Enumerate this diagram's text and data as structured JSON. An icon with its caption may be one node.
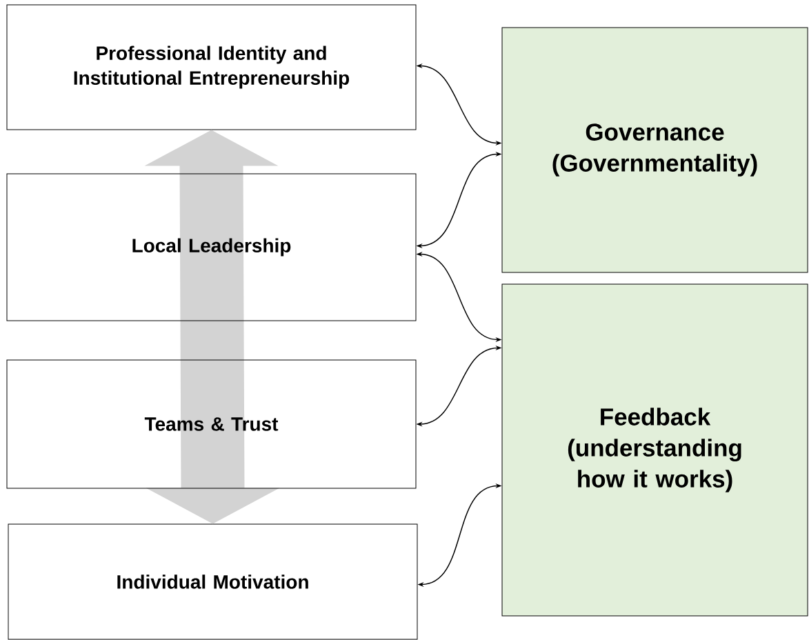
{
  "diagram": {
    "nodes": [
      {
        "text": [
          "Professional Identity and Institutional Entrepreneurship"
        ]
      },
      {
        "text": [
          "Local Leadership"
        ]
      },
      {
        "text": [
          "Teams & Trust"
        ]
      },
      {
        "text": [
          "Individual Motivation"
        ]
      },
      {
        "text": [
          "Governance (Governmentality)"
        ]
      },
      {
        "text": [
          "Feedback (understanding how it works)"
        ]
      }
    ],
    "edges": [
      {
        "from": 0,
        "to": 3,
        "arrow": "both",
        "style": "thick",
        "color": "#d3d3d3"
      },
      {
        "from": 0,
        "to": 4,
        "arrow": "both"
      },
      {
        "from": 1,
        "to": 4,
        "arrow": "both"
      },
      {
        "from": 1,
        "to": 5,
        "arrow": "both"
      },
      {
        "from": 2,
        "to": 5,
        "arrow": "both"
      },
      {
        "from": 3,
        "to": 5,
        "arrow": "both"
      }
    ]
  }
}
